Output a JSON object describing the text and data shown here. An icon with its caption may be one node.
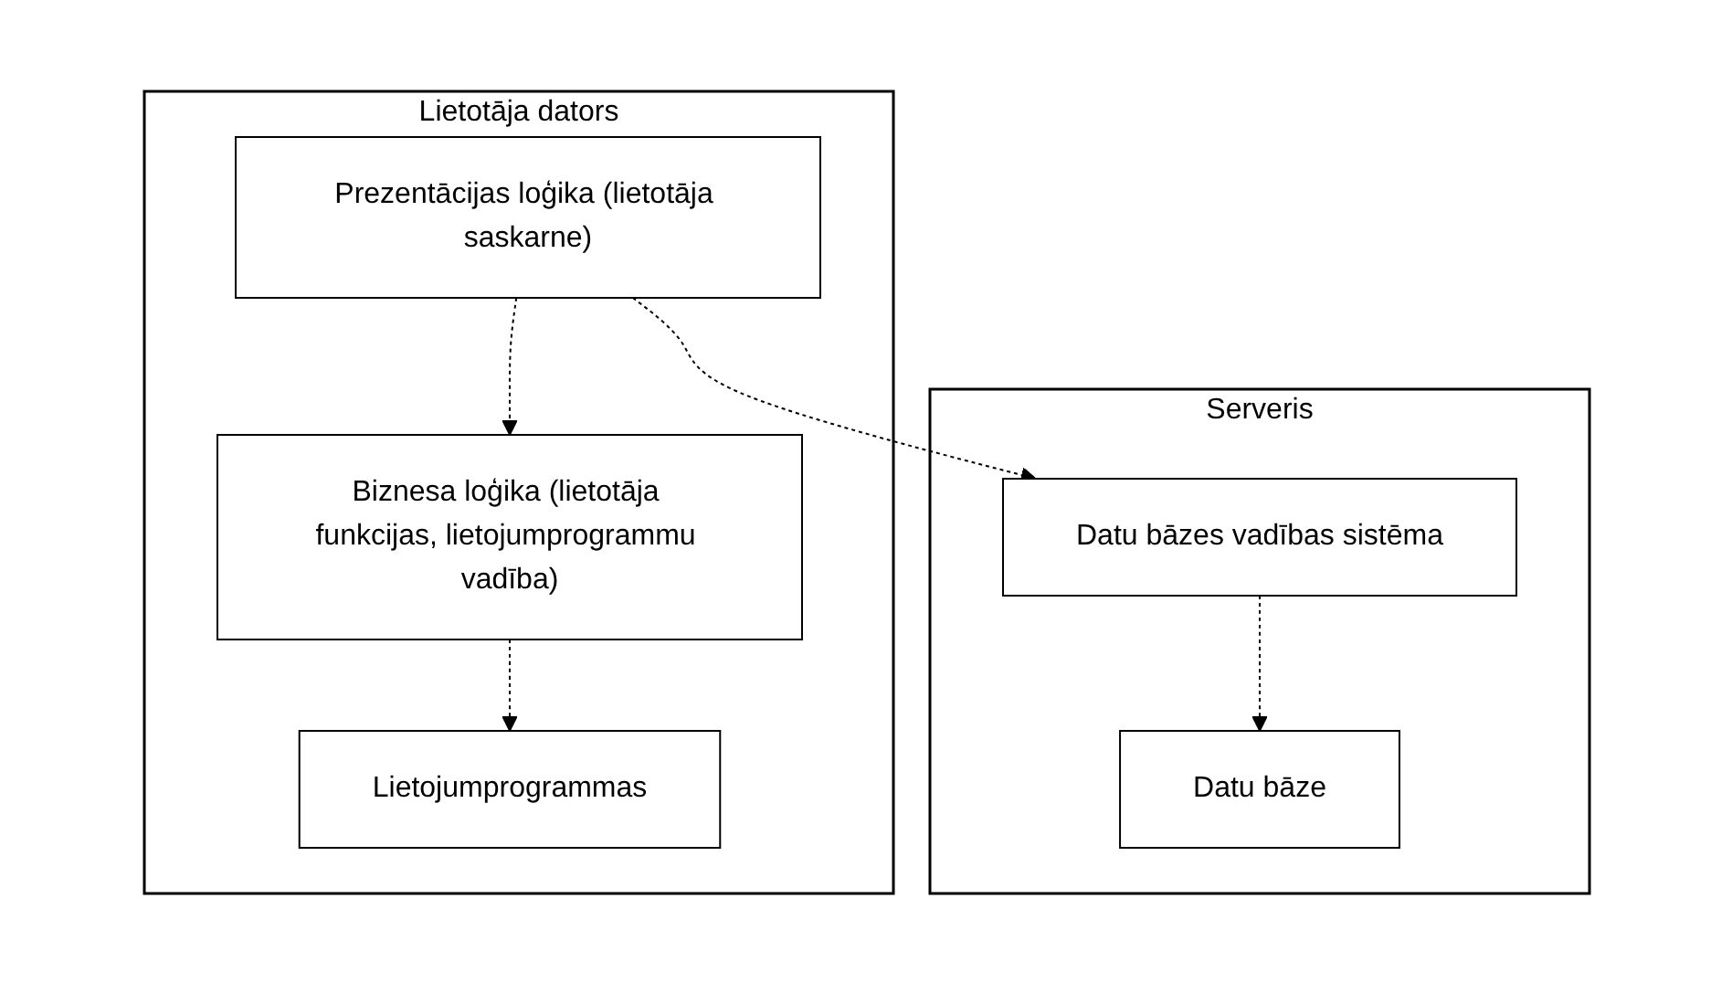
{
  "diagram": {
    "nodes": [
      {
        "text": [
          "Lietotāja dators"
        ]
      },
      {
        "text": [
          "Prezentācijas loģika (lietotāja saskarne)"
        ],
        "in": 0
      },
      {
        "text": [
          "Biznesa loģika (lietotāja funkcijas, lietojumprogrammu vadība)"
        ],
        "in": 0
      },
      {
        "text": [
          "Lietojumprogrammas"
        ],
        "in": 0
      },
      {
        "text": [
          "Serveris"
        ]
      },
      {
        "text": [
          "Datu bāzes vadības sistēma"
        ],
        "in": 4
      },
      {
        "text": [
          "Datu bāze"
        ],
        "in": 4
      }
    ],
    "edges": [
      {
        "from": 1,
        "to": 5,
        "arrow": "to",
        "style": "dashed"
      },
      {
        "from": 1,
        "to": 2,
        "arrow": "to",
        "style": "dashed"
      },
      {
        "from": 2,
        "to": 3,
        "arrow": "to",
        "style": "dashed"
      },
      {
        "from": 5,
        "to": 6,
        "arrow": "to",
        "style": "dashed"
      }
    ]
  }
}
